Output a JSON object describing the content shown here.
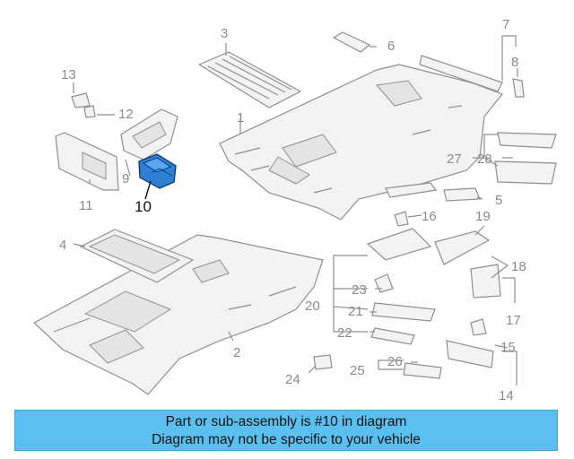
{
  "diagram": {
    "highlight_part": "10",
    "highlight_color": "#2f7fd6",
    "callouts": [
      "1",
      "2",
      "3",
      "4",
      "5",
      "6",
      "7",
      "8",
      "9",
      "10",
      "11",
      "12",
      "13",
      "14",
      "15",
      "16",
      "17",
      "18",
      "19",
      "20",
      "21",
      "22",
      "23",
      "24",
      "25",
      "26",
      "27",
      "28"
    ]
  },
  "banner": {
    "line1": "Part or sub-assembly is #10 in diagram",
    "line2": "Diagram may not be specific to your vehicle",
    "background": "#5bc0f0"
  }
}
